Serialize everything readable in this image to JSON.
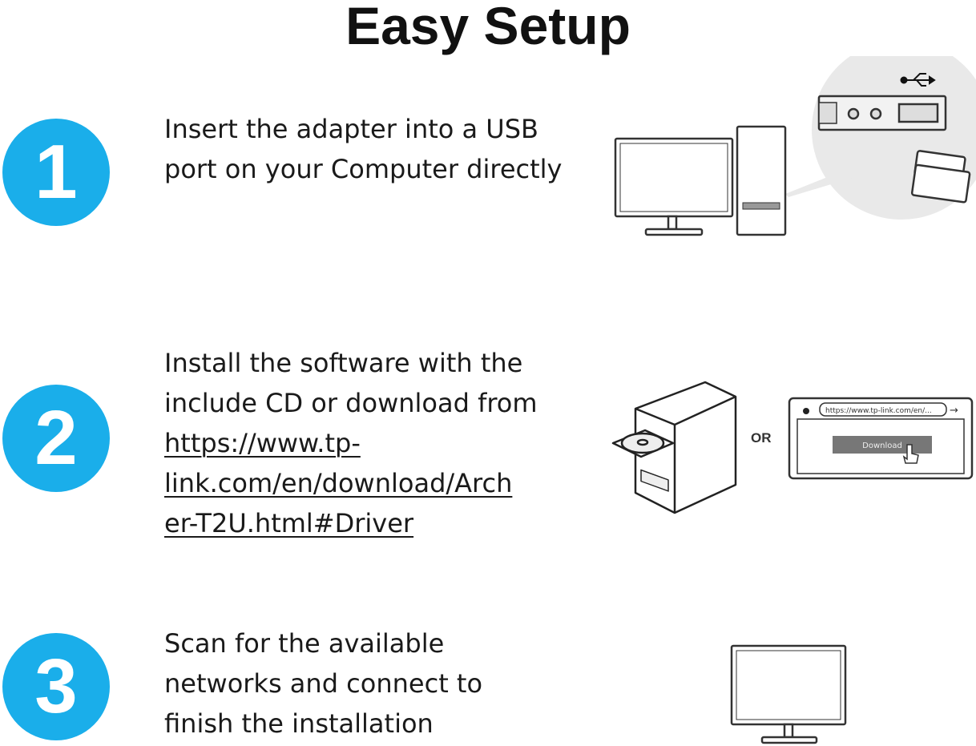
{
  "title": "Easy Setup",
  "steps": [
    {
      "number": "1",
      "text": "Insert the adapter into a USB port on your Computer directly"
    },
    {
      "number": "2",
      "text": "Install the software with the include CD or download from",
      "link_lines": [
        "https://www.tp-",
        "link.com/en/download/Arch",
        "er-T2U.html#Driver"
      ]
    },
    {
      "number": "3",
      "text": "Scan for the available networks and connect to finish the installation"
    }
  ],
  "illustration2": {
    "or_label": "OR",
    "browser_url": "https://www.tp-link.com/en/...",
    "download_label": "Download"
  },
  "colors": {
    "accent": "#1aaeea"
  }
}
